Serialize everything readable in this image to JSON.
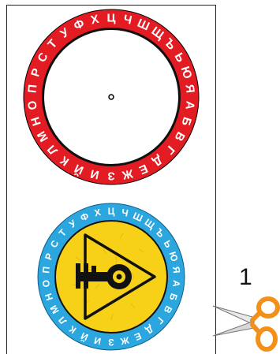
{
  "red_wheel": {
    "letters": [
      "А",
      "Б",
      "В",
      "Г",
      "Д",
      "Е",
      "Ж",
      "З",
      "И",
      "Й",
      "К",
      "Л",
      "М",
      "Н",
      "О",
      "П",
      "Р",
      "С",
      "Т",
      "У",
      "Ф",
      "Х",
      "Ц",
      "Ч",
      "Ш",
      "Щ",
      "Ъ",
      "Ь",
      "Ю",
      "Я"
    ],
    "ring_color": "#e31b23",
    "inner_color": "#ffffff",
    "border_color": "#000000"
  },
  "blue_wheel": {
    "letters": [
      "А",
      "Б",
      "В",
      "Г",
      "Д",
      "Е",
      "Ж",
      "З",
      "И",
      "Й",
      "К",
      "Л",
      "М",
      "Н",
      "О",
      "П",
      "Р",
      "С",
      "Т",
      "У",
      "Ф",
      "Х",
      "Ц",
      "Ч",
      "Ш",
      "Щ",
      "Ъ",
      "Ь",
      "Ю",
      "Я"
    ],
    "ring_color": "#2ba6de",
    "inner_color": "#f7d117",
    "emblem": "key-in-triangle-icon"
  },
  "step_number": "1",
  "scissors": {
    "icon": "scissors-icon",
    "handle_color": "#f39019"
  }
}
